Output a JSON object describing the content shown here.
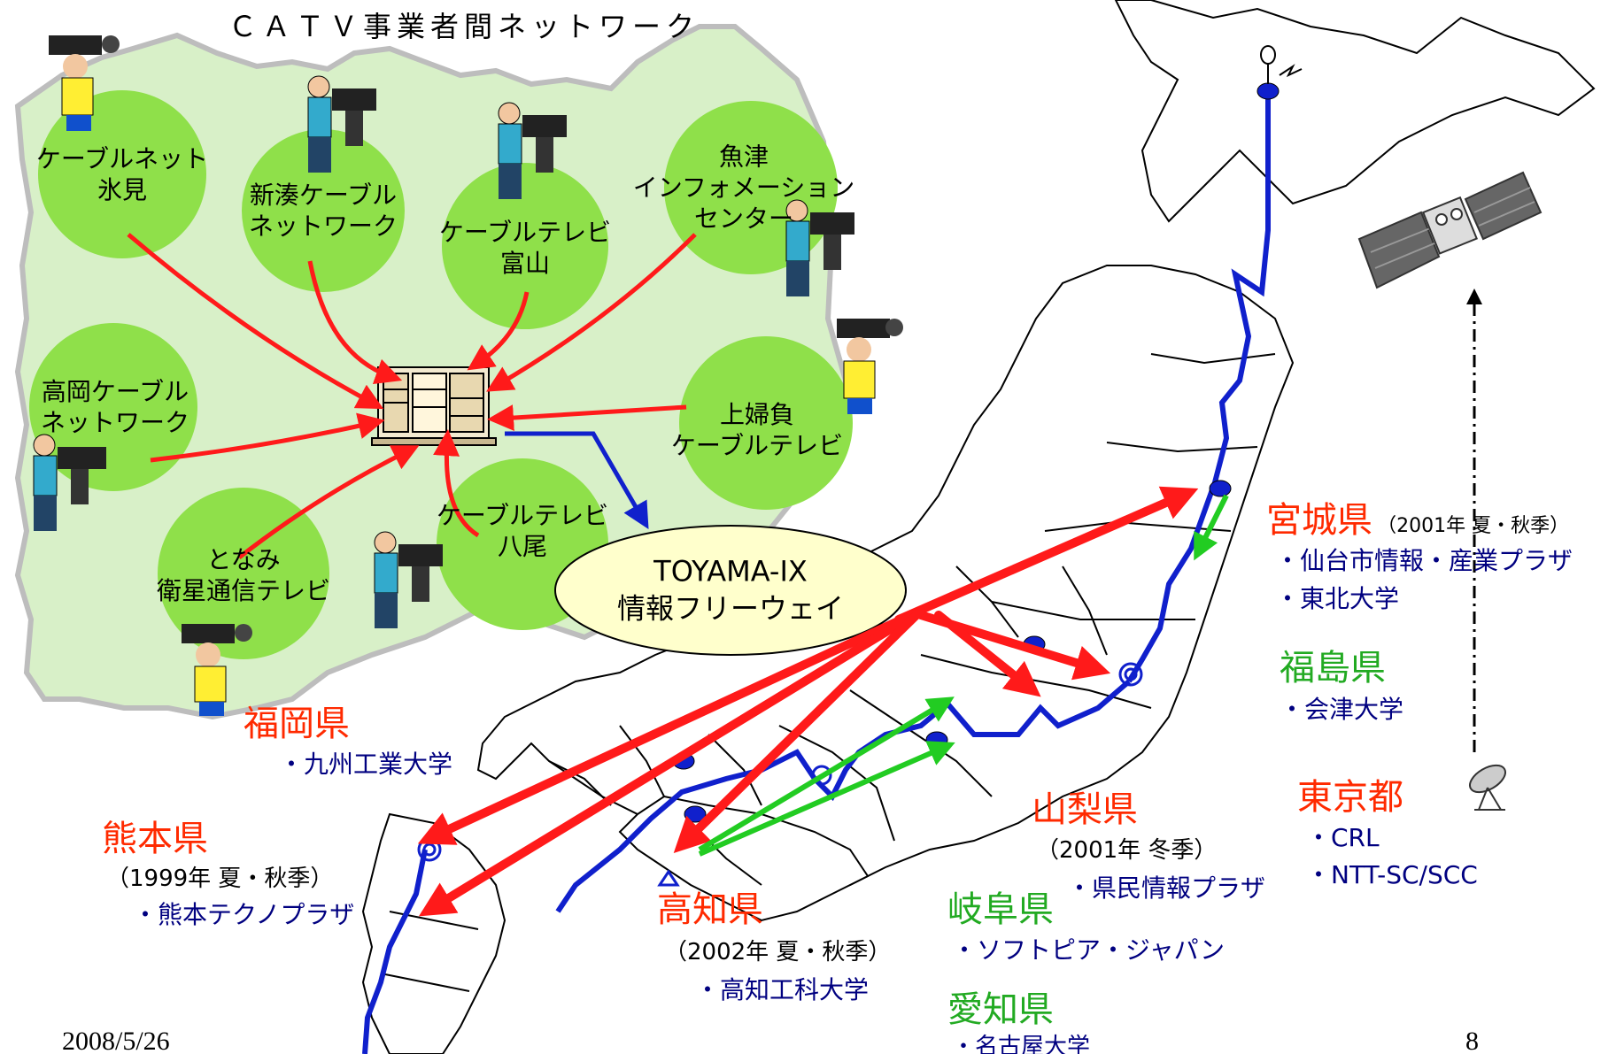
{
  "title": "ＣＡＴＶ事業者間ネットワーク",
  "catv_nodes": [
    {
      "id": "himi",
      "label": "ケーブルネット\n氷見"
    },
    {
      "id": "shinminato",
      "label": "新湊ケーブル\nネットワーク"
    },
    {
      "id": "toyama",
      "label": "ケーブルテレビ\n富山"
    },
    {
      "id": "uozu",
      "label": "魚津\nインフォメーション\nセンター"
    },
    {
      "id": "takaoka",
      "label": "高岡ケーブル\nネットワーク"
    },
    {
      "id": "kamiichi",
      "label": "上婦負\nケーブルテレビ"
    },
    {
      "id": "tonami",
      "label": "となみ\n衛星通信テレビ"
    },
    {
      "id": "yatsuo",
      "label": "ケーブルテレビ\n八尾"
    }
  ],
  "hub": {
    "line1": "TOYAMA-IX",
    "line2": "情報フリーウェイ"
  },
  "prefectures": {
    "miyagi": {
      "name": "宮城県",
      "period": "（2001年 夏・秋季）",
      "items": [
        "・仙台市情報・産業プラザ",
        "・東北大学"
      ]
    },
    "fukushima": {
      "name": "福島県",
      "items": [
        "・会津大学"
      ]
    },
    "tokyo": {
      "name": "東京都",
      "items": [
        "・CRL",
        "・NTT-SC/SCC"
      ]
    },
    "yamanashi": {
      "name": "山梨県",
      "period": "（2001年 冬季）",
      "items": [
        "・県民情報プラザ"
      ]
    },
    "gifu": {
      "name": "岐阜県",
      "items": [
        "・ソフトピア・ジャパン"
      ]
    },
    "aichi": {
      "name": "愛知県",
      "items": [
        "・名古屋大学"
      ]
    },
    "kochi": {
      "name": "高知県",
      "period": "（2002年 夏・秋季）",
      "items": [
        "・高知工科大学"
      ]
    },
    "fukuoka": {
      "name": "福岡県",
      "items": [
        "・九州工業大学"
      ]
    },
    "kumamoto": {
      "name": "熊本県",
      "period": "（1999年 夏・秋季）",
      "items": [
        "・熊本テクノプラザ"
      ]
    }
  },
  "footer": {
    "date": "2008/5/26",
    "page": "8"
  },
  "colors": {
    "circle": "#8fe04a",
    "region": "#d8f0c8",
    "red_arrow": "#ff1a1a",
    "blue_link": "#1020cc",
    "green_arrow": "#22cc22",
    "hub_fill": "#ffffcc",
    "red_text": "#ff2a00",
    "green_text": "#22aa22",
    "navy_text": "#000080"
  },
  "icons": [
    "camera-operator-icon",
    "server-rack-icon",
    "satellite-icon",
    "satellite-dish-icon",
    "antenna-icon"
  ]
}
